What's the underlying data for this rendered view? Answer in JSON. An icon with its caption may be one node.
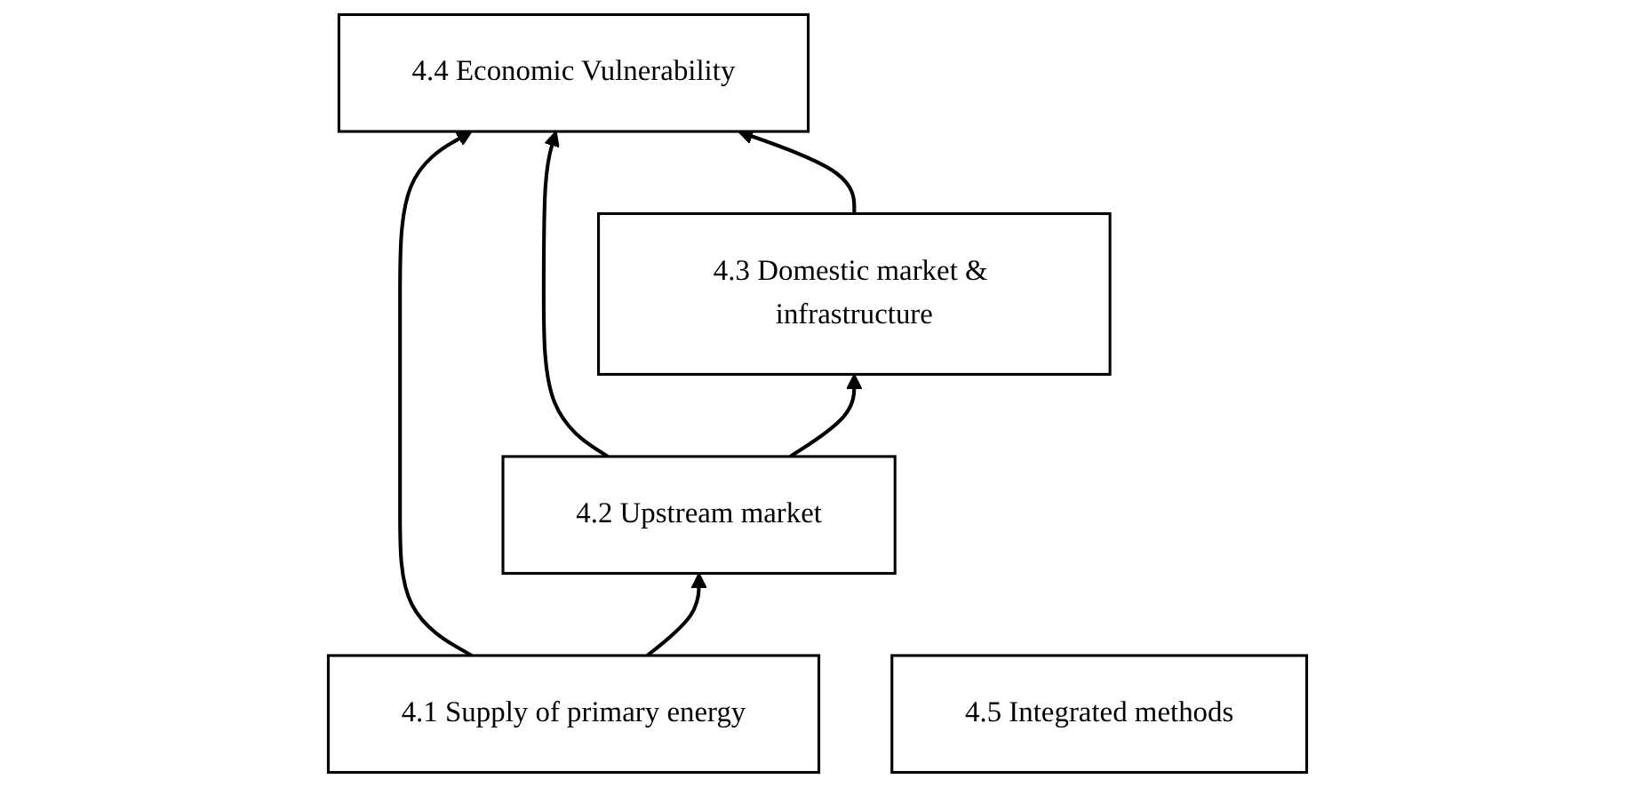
{
  "diagram": {
    "nodes": [
      {
        "text": [
          "4.4 Economic Vulnerability"
        ]
      },
      {
        "text": [
          "4.1 Supply of primary energy"
        ]
      },
      {
        "text": [
          "4.2 Upstream market"
        ]
      },
      {
        "text": [
          "4.3 Domestic market & infrastructure"
        ]
      },
      {
        "text": [
          "4.5 Integrated methods"
        ]
      }
    ],
    "edges": [
      {
        "from": 1,
        "to": 0,
        "arrow": "to"
      },
      {
        "from": 2,
        "to": 0,
        "arrow": "to"
      },
      {
        "from": 3,
        "to": 0,
        "arrow": "to"
      },
      {
        "from": 1,
        "to": 2,
        "arrow": "to"
      },
      {
        "from": 2,
        "to": 3,
        "arrow": "to"
      }
    ]
  }
}
